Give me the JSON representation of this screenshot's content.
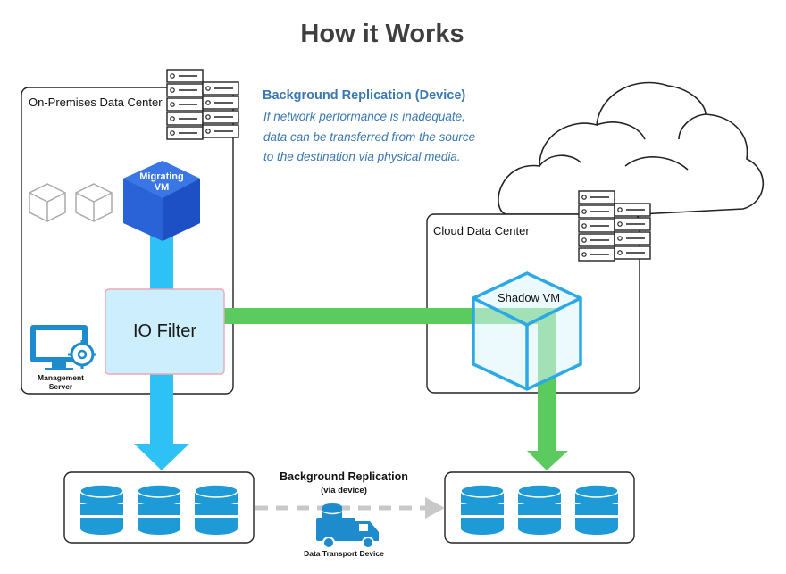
{
  "title": "How it Works",
  "on_prem": {
    "label": "On-Premises Data Center"
  },
  "cloud": {
    "label": "Cloud Data Center"
  },
  "note": {
    "title": "Background Replication (Device)",
    "lines": [
      "If network performance is inadequate,",
      "data can be transferred from the source",
      "to the destination via physical media."
    ]
  },
  "migrating_vm": {
    "line1": "Migrating",
    "line2": "VM"
  },
  "io_filter": {
    "label": "IO Filter"
  },
  "management": {
    "line1": "Management",
    "line2": "Server"
  },
  "shadow_vm": {
    "label": "Shadow VM"
  },
  "replication": {
    "title": "Background Replication",
    "subtitle": "(via device)"
  },
  "transport_device": {
    "label": "Data Transport Device"
  },
  "colors": {
    "blue_arrow": "#2ec1f6",
    "green_arrow": "#5ccb5f",
    "vm_blue": "#2a62d8",
    "io_fill": "#cdeefc",
    "io_border": "#f2a6b6",
    "icon_blue": "#1e8ccc",
    "db_blue": "#1e9ad6",
    "gray": "#c8c8c8"
  }
}
